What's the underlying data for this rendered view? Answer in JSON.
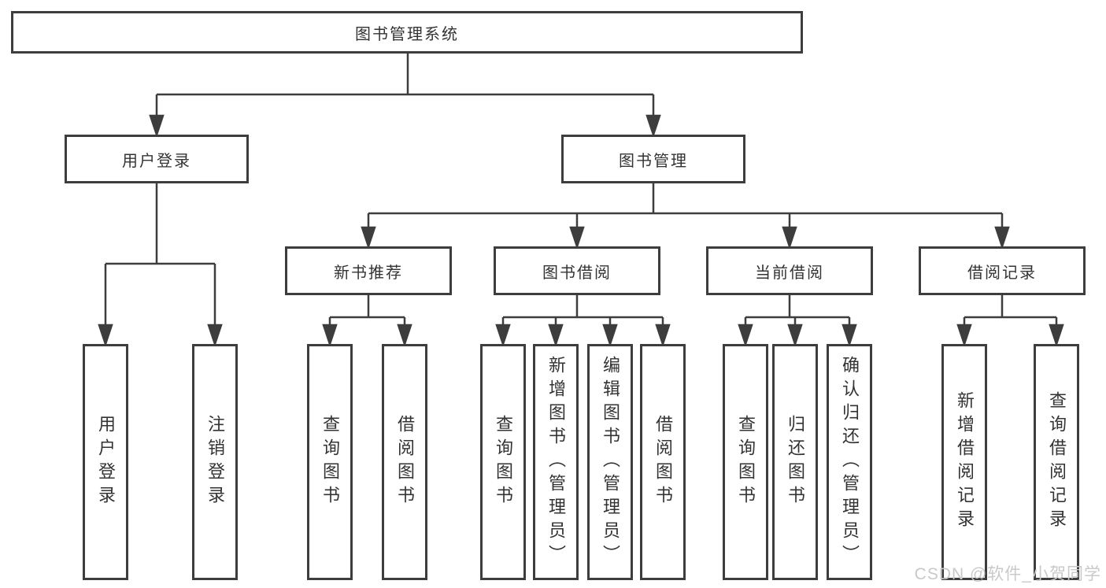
{
  "diagram": {
    "nodes": {
      "root": "图书管理系统",
      "user_login": "用户登录",
      "book_management": "图书管理",
      "new_book_recommend": "新书推荐",
      "book_borrow": "图书借阅",
      "current_borrow": "当前借阅",
      "borrow_record": "借阅记录",
      "leaf_user_login": "用户登录",
      "leaf_logout": "注销登录",
      "leaf_query_book_recommend": "查询图书",
      "leaf_borrow_book_recommend": "借阅图书",
      "leaf_query_book_borrow": "查询图书",
      "leaf_add_book": "新增图书（管理员）",
      "leaf_edit_book": "编辑图书（管理员）",
      "leaf_borrow_book": "借阅图书",
      "leaf_query_book_current": "查询图书",
      "leaf_return_book": "归还图书",
      "leaf_confirm_return": "确认归还（管理员）",
      "leaf_add_borrow_record": "新增借阅记录",
      "leaf_query_borrow_record": "查询借阅记录"
    },
    "colors": {
      "line": "#3d3d3d",
      "text": "#333333",
      "box_background": "#ffffff",
      "watermark_text": "#c9c9c9"
    }
  },
  "watermark": {
    "text": "CSDN @软件_小贺同学"
  }
}
